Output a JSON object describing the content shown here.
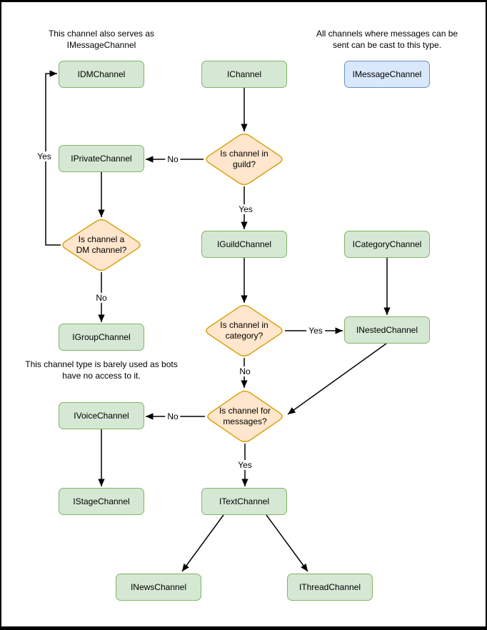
{
  "notes": {
    "dm": "This channel also serves as IMessageChannel",
    "message": "All channels where messages can be sent can be cast to this type.",
    "group": "This channel type is barely used as bots have no access to it."
  },
  "nodes": {
    "idm": "IDMChannel",
    "ichannel": "IChannel",
    "imessage": "IMessageChannel",
    "iprivate": "IPrivateChannel",
    "iguild": "IGuildChannel",
    "icategory": "ICategoryChannel",
    "igroup": "IGroupChannel",
    "inested": "INestedChannel",
    "ivoice": "IVoiceChannel",
    "istage": "IStageChannel",
    "itext": "ITextChannel",
    "inews": "INewsChannel",
    "ithread": "IThreadChannel"
  },
  "decisions": {
    "in_guild": "Is channel in guild?",
    "is_dm": "Is channel a DM channel?",
    "in_category": "Is channel in category?",
    "for_messages": "Is channel for messages?"
  },
  "edge_labels": {
    "guild_no": "No",
    "guild_yes": "Yes",
    "dm_yes": "Yes",
    "dm_no": "No",
    "category_yes": "Yes",
    "category_no": "No",
    "messages_no": "No",
    "messages_yes": "Yes"
  },
  "colors": {
    "node_fill": "#d5e8d4",
    "node_stroke": "#82b366",
    "decision_fill": "#ffe6cc",
    "decision_stroke": "#d79b00",
    "highlight_fill": "#dae8fc",
    "highlight_stroke": "#6c8ebf",
    "line": "#000000"
  }
}
